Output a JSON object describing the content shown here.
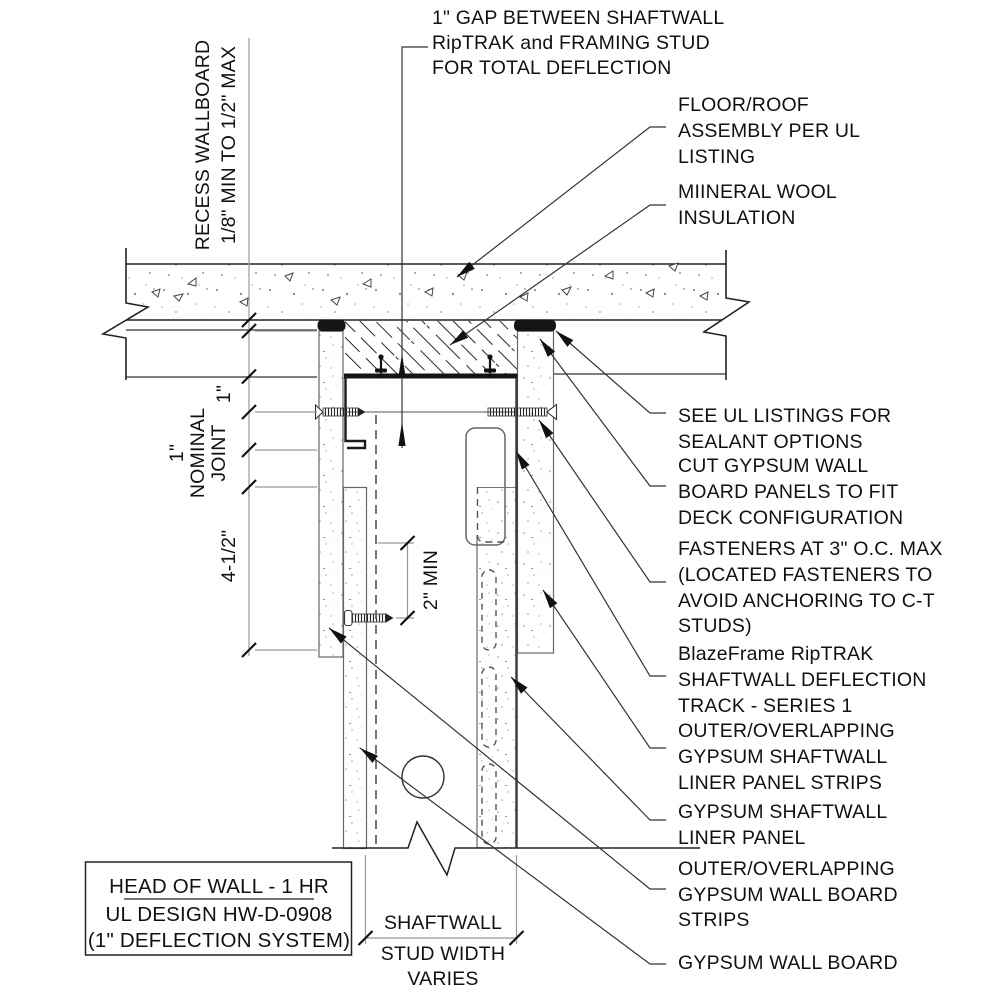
{
  "palette": {
    "background": "#ffffff",
    "object_line": "#1a1a1a",
    "panel_line": "#666666",
    "dimension_line": "#999999",
    "leader_line": "#333333",
    "sealant_fill": "#151515"
  },
  "callout_top": {
    "lines": [
      "1\" GAP BETWEEN SHAFTWALL",
      "RipTRAK and FRAMING STUD",
      "FOR TOTAL DEFLECTION"
    ]
  },
  "callouts_right": [
    {
      "id": "floor-roof",
      "lines": [
        "FLOOR/ROOF",
        "ASSEMBLY PER UL",
        "LISTING"
      ]
    },
    {
      "id": "mineral-wool",
      "lines": [
        "MIINERAL WOOL",
        "INSULATION"
      ]
    },
    {
      "id": "sealant",
      "lines": [
        "SEE UL LISTINGS FOR",
        "SEALANT OPTIONS"
      ]
    },
    {
      "id": "cut-gypsum",
      "lines": [
        "CUT GYPSUM WALL",
        "BOARD PANELS TO FIT",
        "DECK CONFIGURATION"
      ]
    },
    {
      "id": "fasteners",
      "lines": [
        "FASTENERS AT 3\" O.C. MAX",
        "(LOCATED FASTENERS TO",
        "AVOID ANCHORING TO C-T",
        "STUDS)"
      ]
    },
    {
      "id": "riptrak",
      "lines": [
        "BlazeFrame RipTRAK",
        "SHAFTWALL DEFLECTION",
        "TRACK - SERIES 1"
      ]
    },
    {
      "id": "liner-strips",
      "lines": [
        "OUTER/OVERLAPPING",
        "GYPSUM SHAFTWALL",
        "LINER PANEL STRIPS"
      ]
    },
    {
      "id": "liner-panel",
      "lines": [
        "GYPSUM SHAFTWALL",
        "LINER PANEL"
      ]
    },
    {
      "id": "wb-strips",
      "lines": [
        "OUTER/OVERLAPPING",
        "GYPSUM WALL BOARD",
        "STRIPS"
      ]
    },
    {
      "id": "wall-board",
      "lines": [
        "GYPSUM WALL BOARD"
      ]
    }
  ],
  "dimensions": {
    "recess": {
      "lines": [
        "RECESS WALLBOARD",
        "1/8\" MIN TO 1/2\" MAX"
      ]
    },
    "gap_1in": "1\"",
    "nominal_joint": {
      "lines": [
        "1\"",
        "NOMINAL",
        "JOINT"
      ]
    },
    "overlap": "4-1/2\"",
    "embed_min": "2\" MIN",
    "stud_width": {
      "lines": [
        "SHAFTWALL",
        "STUD WIDTH",
        "VARIES"
      ]
    }
  },
  "title_block": {
    "title": "HEAD OF WALL - 1 HR",
    "design": "UL DESIGN HW-D-0908",
    "system": "(1\" DEFLECTION SYSTEM)"
  }
}
